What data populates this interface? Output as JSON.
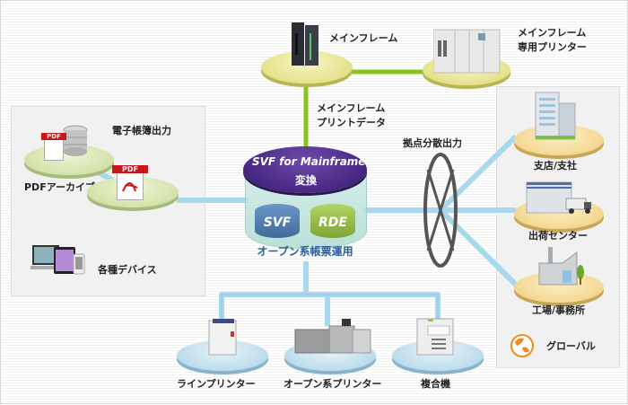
{
  "mainframe": {
    "label": "メインフレーム"
  },
  "mainframe_printer": {
    "label_line1": "メインフレーム",
    "label_line2": "専用プリンター"
  },
  "print_data": {
    "label_line1": "メインフレーム",
    "label_line2": "プリントデータ"
  },
  "hub": {
    "title": "SVF for Mainframe",
    "subtitle": "変換",
    "left_module": "SVF",
    "right_module": "RDE",
    "caption": "オープン系帳票運用"
  },
  "left_panel": {
    "ebook_label": "電子帳簿出力",
    "pdf_archive_label": "PDFアーカイブ",
    "pdf_badge": "PDF",
    "adobe_text": "Adobe",
    "devices_label": "各種デバイス"
  },
  "distribution": {
    "label": "拠点分散出力"
  },
  "right_panel": {
    "branch_label": "支店/支社",
    "shipping_label": "出荷センター",
    "factory_label": "工場/事務所",
    "global_label": "グローバル"
  },
  "printers": [
    {
      "label": "ラインプリンター"
    },
    {
      "label": "オープン系プリンター"
    },
    {
      "label": "複合機"
    }
  ],
  "colors": {
    "green_link": "#8cc21f",
    "blue_link": "#a8d8ee",
    "purple_hub": "#4a2a86",
    "svf_blue": "#4a78a8",
    "rde_green": "#8cb83a",
    "caption_blue": "#2d5f9a"
  }
}
